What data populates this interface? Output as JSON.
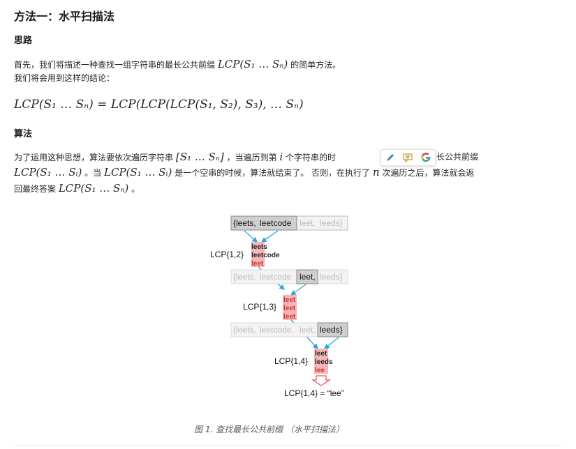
{
  "title": "方法一：水平扫描法",
  "section_idea": "思路",
  "para1_prefix": "首先，我们将描述一种查找一组字符串的最长公共前缀",
  "para1_math": "LCP(S₁ … Sₙ)",
  "para1_suffix": "的简单方法。",
  "para2": "我们将会用到这样的结论：",
  "formula": "LCP(S₁ … Sₙ) = LCP(LCP(LCP(S₁, S₂), S₃), … Sₙ)",
  "section_algo": "算法",
  "algo_line1_a": "为了运用这种思想，算法要依次遍历字符串",
  "algo_line1_math1": "[S₁ … Sₙ]",
  "algo_line1_b": "，当遍历到第",
  "algo_line1_math2": "i",
  "algo_line1_c": "个字符串的时",
  "algo_line1_d": "长公共前缀",
  "algo_line2_math1": "LCP(S₁ … Sᵢ)",
  "algo_line2_a": "。当",
  "algo_line2_math2": "LCP(S₁ … Sᵢ)",
  "algo_line2_b": "是一个空串的时候，算法就结束了。 否则，在执行了",
  "algo_line2_math3": "n",
  "algo_line2_c": "次遍历之后，算法就会返",
  "algo_line3_a": "回最终答案",
  "algo_line3_math": "LCP(S₁ … Sₙ)",
  "algo_line3_b": "。",
  "toolbar": {
    "icons": [
      "pencil-icon",
      "comment-icon",
      "google-translate-icon"
    ]
  },
  "figure": {
    "row1": [
      "{leets,",
      "leetcode",
      "leet,",
      "leeds}"
    ],
    "lcp12_label": "LCP{1,2}",
    "lcp12_words": [
      "leets",
      "leetcode",
      "leet"
    ],
    "row2": [
      "{leets,",
      "leetcode",
      "leet,",
      "leeds}"
    ],
    "lcp13_label": "LCP{1,3}",
    "lcp13_words": [
      "leet",
      "leet",
      "leet"
    ],
    "row3": [
      "{leets,",
      "leetcode,",
      "leet,",
      "leeds}"
    ],
    "lcp14_label": "LCP{1,4}",
    "lcp14_words": [
      "leet",
      "leeds",
      "lee"
    ],
    "result": "LCP{1,4} = “lee”"
  },
  "caption": "图 1. 查找最长公共前缀 （水平扫描法）"
}
